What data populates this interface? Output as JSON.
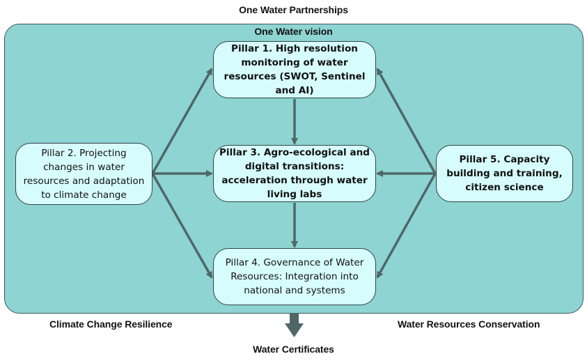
{
  "diagram": {
    "top_title": "One Water Partnerships",
    "frame_title": "One Water vision",
    "pillars": [
      {
        "id": "pillar-1",
        "text": "Pillar 1. High resolution monitoring of water resources (SWOT, Sentinel and AI)",
        "bold": true
      },
      {
        "id": "pillar-2",
        "text": "Pillar 2. Projecting changes in water resources and adaptation to climate change",
        "bold": false
      },
      {
        "id": "pillar-3",
        "text": "Pillar 3. Agro-ecological and digital transitions: acceleration through water living labs",
        "bold": true
      },
      {
        "id": "pillar-4",
        "text": "Pillar 4. Governance of Water Resources: Integration into national and systems",
        "bold": false
      },
      {
        "id": "pillar-5",
        "text": "Pillar 5. Capacity building and training, citizen science",
        "bold": true
      }
    ],
    "connections": [
      {
        "from": "pillar-2",
        "to": "pillar-1"
      },
      {
        "from": "pillar-2",
        "to": "pillar-3"
      },
      {
        "from": "pillar-2",
        "to": "pillar-4"
      },
      {
        "from": "pillar-5",
        "to": "pillar-1"
      },
      {
        "from": "pillar-5",
        "to": "pillar-3"
      },
      {
        "from": "pillar-5",
        "to": "pillar-4"
      },
      {
        "from": "pillar-1",
        "to": "pillar-3"
      },
      {
        "from": "pillar-3",
        "to": "pillar-4"
      },
      {
        "from": "frame",
        "to": "output"
      }
    ],
    "bottom_left_label": "Climate Change Resilience",
    "bottom_right_label": "Water Resources Conservation",
    "output_label": "Water Certificates",
    "colors": {
      "frame_fill": "#8dd4d3",
      "box_fill": "#d7fcfd",
      "arrow": "#4f6767"
    }
  }
}
